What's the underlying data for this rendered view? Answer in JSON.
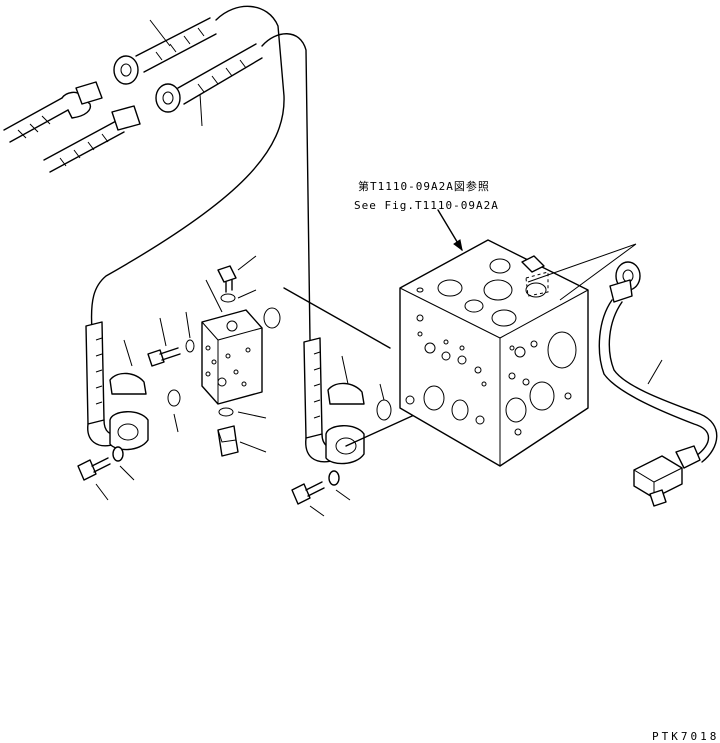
{
  "annotation": {
    "ref_jp": "第T1110-09A2A図参照",
    "ref_en": "See Fig.T1110-09A2A"
  },
  "drawing_code": "PTK7018",
  "icons": [
    "hose-icon",
    "valve-block-icon",
    "flange-clamp-icon",
    "bolt-icon",
    "washer-icon",
    "o-ring-icon",
    "elbow-fitting-icon",
    "connector-icon"
  ]
}
